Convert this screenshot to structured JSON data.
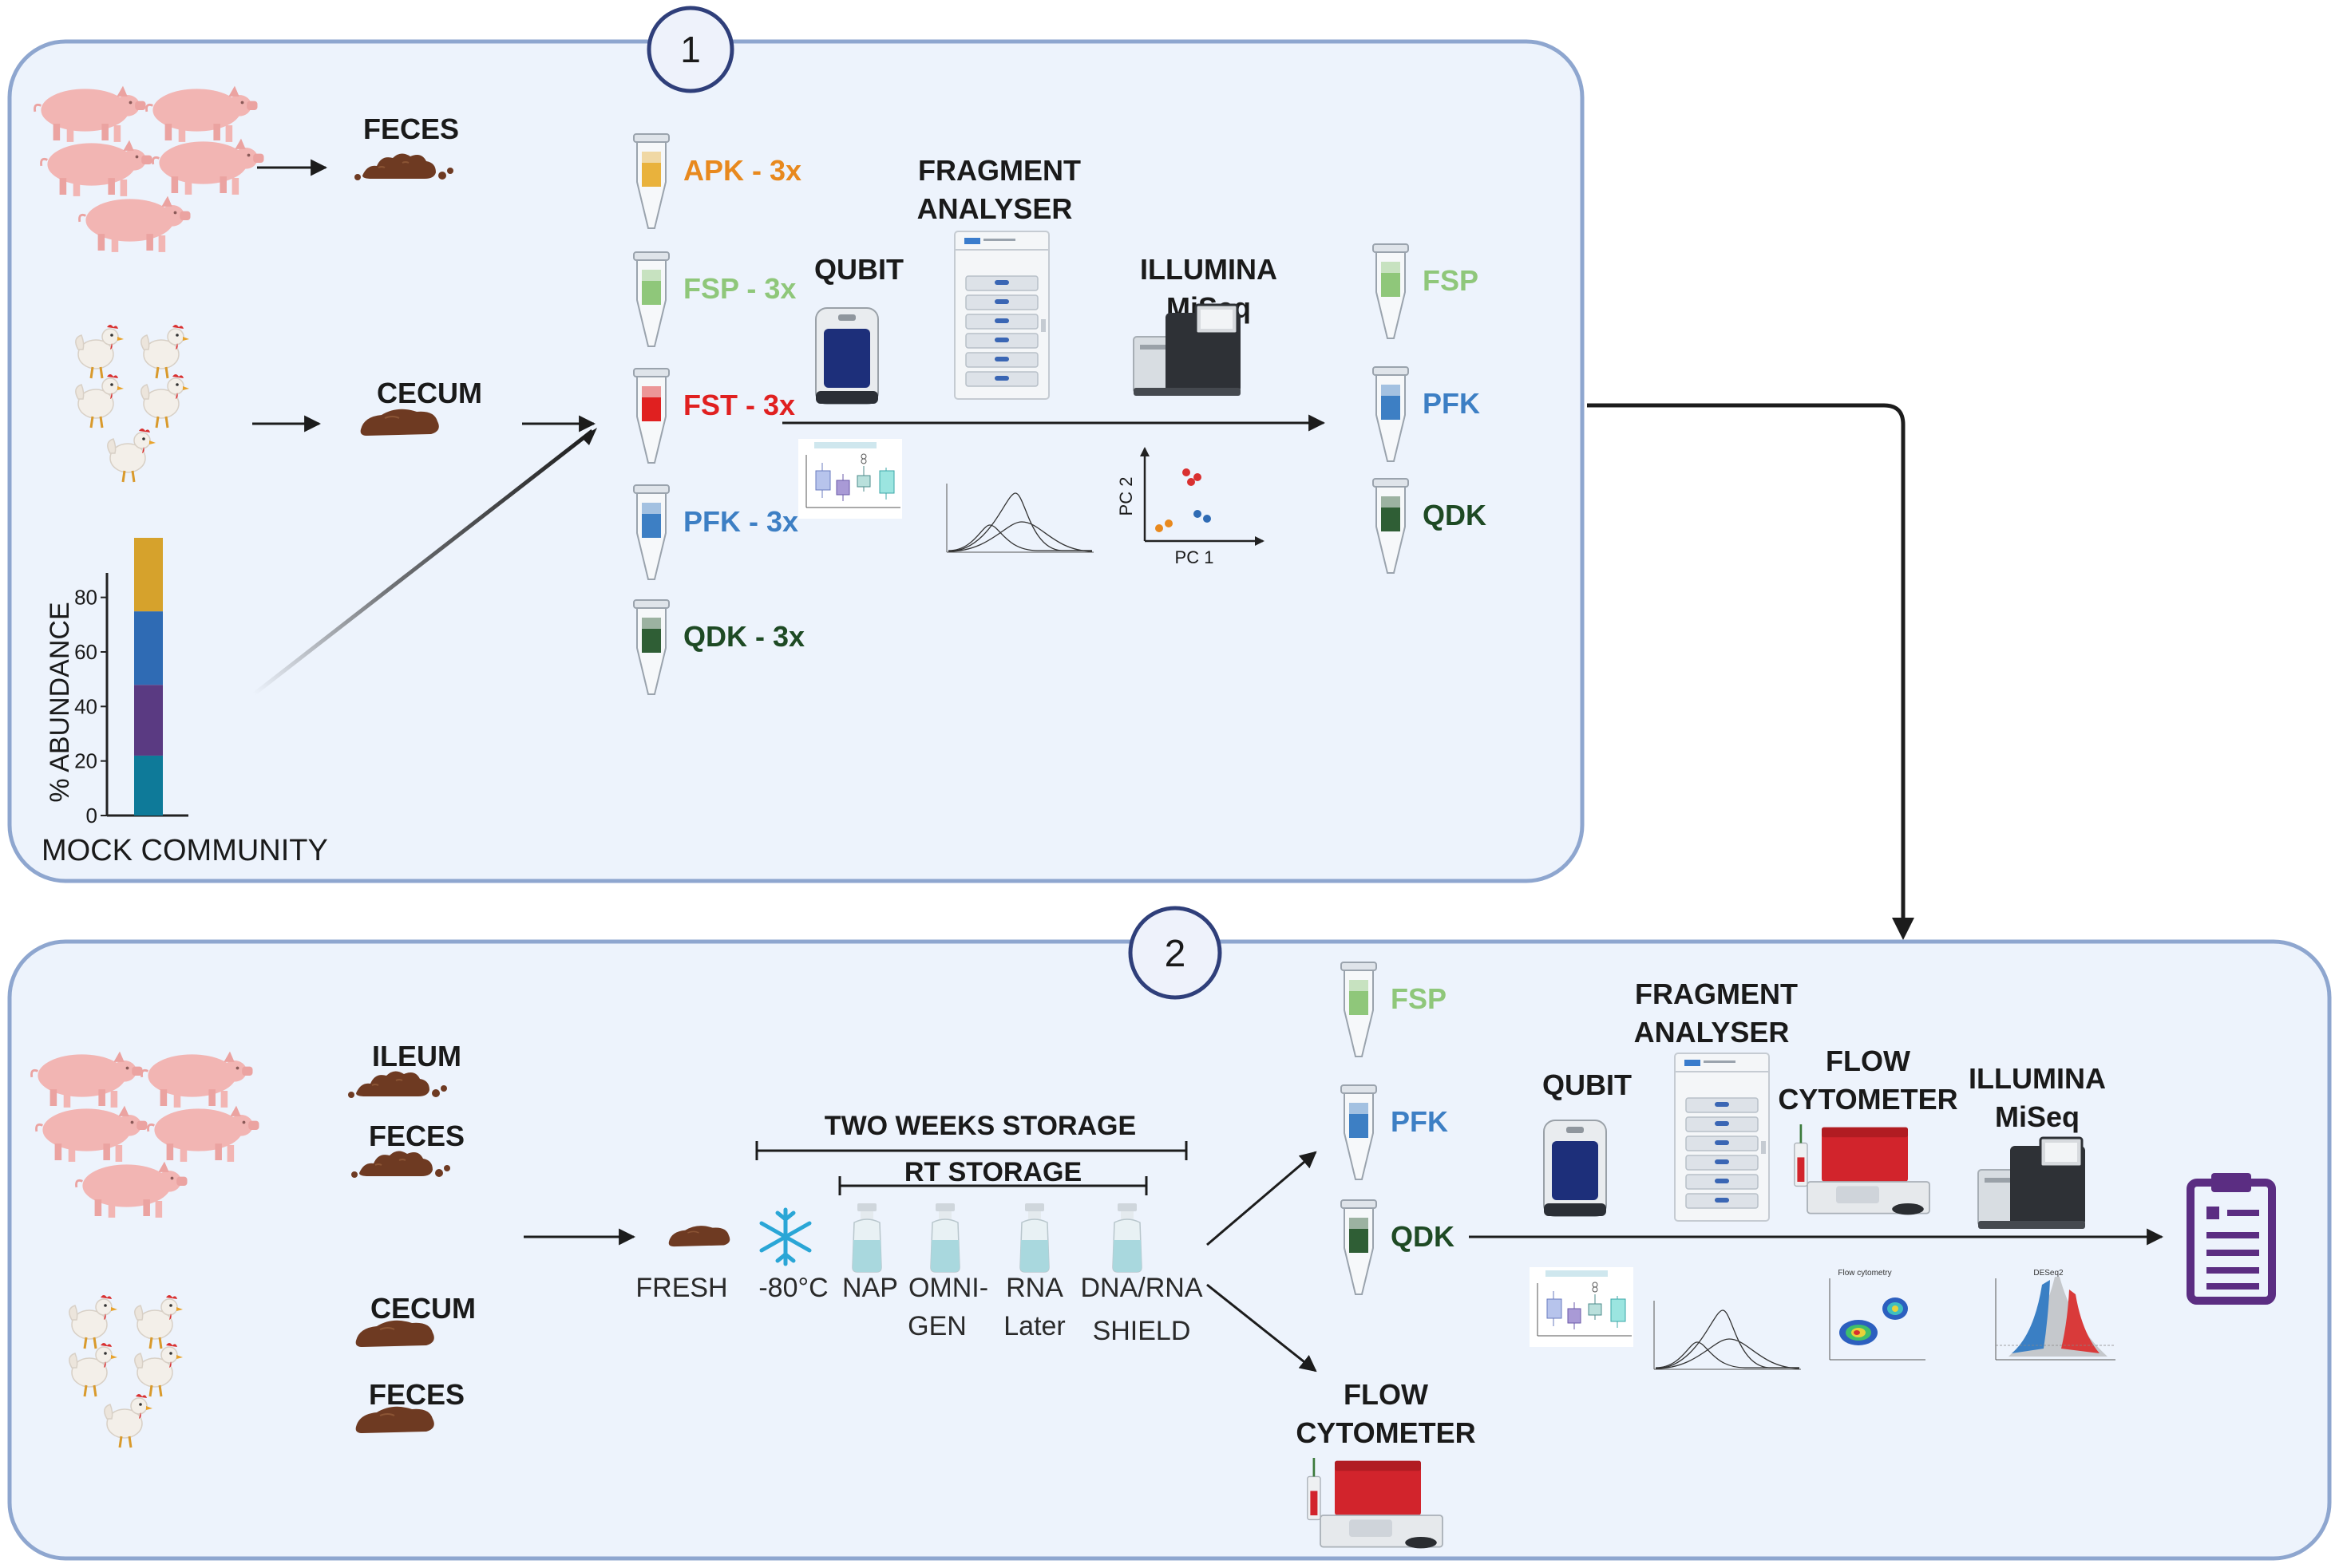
{
  "panel1": {
    "number": "1",
    "feces_label": "FECES",
    "cecum_label": "CECUM",
    "mock_label": "MOCK COMMUNITY",
    "mock_chart": {
      "ylabel": "% ABUNDANCE",
      "ticks": [
        "0",
        "20",
        "40",
        "60",
        "80"
      ],
      "segments": [
        {
          "value": 22,
          "color": "#0e7a99"
        },
        {
          "value": 26,
          "color": "#5a3a82"
        },
        {
          "value": 27,
          "color": "#2f6bb4"
        },
        {
          "value": 27,
          "color": "#d6a22c"
        }
      ],
      "ymax": 100
    },
    "methods": [
      {
        "label": "APK - 3x",
        "color": "#e8891e",
        "fill": "#e9b23c"
      },
      {
        "label": "FSP - 3x",
        "color": "#8fc77a",
        "fill": "#8fc77a"
      },
      {
        "label": "FST - 3x",
        "color": "#e02020",
        "fill": "#e02020"
      },
      {
        "label": "PFK - 3x",
        "color": "#3d7fc4",
        "fill": "#3d7fc4"
      },
      {
        "label": "QDK - 3x",
        "color": "#1e4a24",
        "fill": "#2f5e35"
      }
    ],
    "qubit_label": "QUBIT",
    "fragment_label": [
      "FRAGMENT",
      "ANALYSER"
    ],
    "illumina_label": [
      "ILLUMINA",
      "MiSeq"
    ],
    "pca": {
      "xlabel": "PC 1",
      "ylabel": "PC 2"
    },
    "selected": [
      {
        "label": "FSP",
        "color": "#8fc77a"
      },
      {
        "label": "PFK",
        "color": "#3d7fc4"
      },
      {
        "label": "QDK",
        "color": "#1e4a24"
      }
    ]
  },
  "panel2": {
    "number": "2",
    "pig_samples": [
      "ILEUM",
      "FECES"
    ],
    "chicken_samples": [
      "CECUM",
      "FECES"
    ],
    "two_weeks": "TWO WEEKS STORAGE",
    "rt_storage": "RT STORAGE",
    "conditions": [
      "FRESH",
      "-80°C",
      "NAP",
      "OMNI-",
      "GEN",
      "RNA",
      "Later",
      "DNA/RNA",
      "SHIELD"
    ],
    "methods": [
      {
        "label": "FSP",
        "color": "#8fc77a"
      },
      {
        "label": "PFK",
        "color": "#3d7fc4"
      },
      {
        "label": "QDK",
        "color": "#1e4a24"
      }
    ],
    "qubit_label": "QUBIT",
    "fragment_label": [
      "FRAGMENT",
      "ANALYSER"
    ],
    "flow_label": [
      "FLOW",
      "CYTOMETER"
    ],
    "illumina_label": [
      "ILLUMINA",
      "MiSeq"
    ],
    "flow_bottom_label": [
      "FLOW",
      "CYTOMETER"
    ],
    "plot_titles": {
      "flow": "Flow cytometry",
      "volcano": "DESeq2"
    }
  },
  "colors": {
    "panel_fill": "#edf3fc",
    "panel_stroke": "#8ea6cf",
    "circle_stroke": "#2f3f7a",
    "feces": "#6e3a22",
    "pig": "#f2b5b3",
    "report": "#5b2d82"
  },
  "icons": [
    "pig-icon",
    "chicken-icon",
    "feces-icon",
    "tube-icon",
    "qubit-icon",
    "fragment-analyser-icon",
    "miseq-icon",
    "flow-cytometer-icon",
    "snowflake-icon",
    "vial-icon",
    "clipboard-icon"
  ]
}
